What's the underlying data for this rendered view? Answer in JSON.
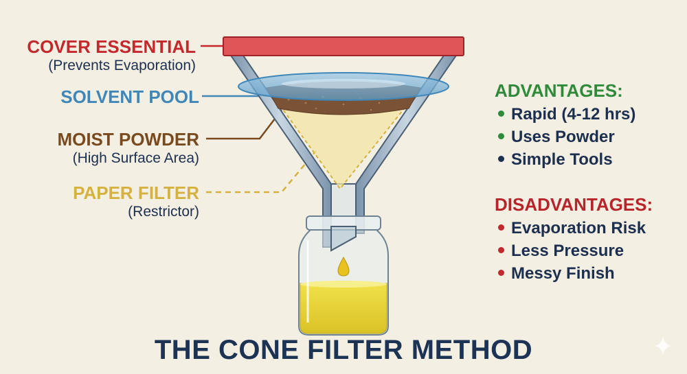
{
  "labels": {
    "cover": {
      "title": "COVER ESSENTIAL",
      "sub": "(Prevents Evaporation)"
    },
    "solvent": {
      "title": "SOLVENT POOL"
    },
    "powder": {
      "title": "MOIST POWDER",
      "sub": "(High Surface Area)"
    },
    "paper": {
      "title": "PAPER FILTER",
      "sub": "(Restrictor)"
    }
  },
  "advantages": {
    "heading": "ADVANTAGES:",
    "items": [
      "Rapid (4-12 hrs)",
      "Uses Powder",
      "Simple Tools"
    ]
  },
  "disadvantages": {
    "heading": "DISADVANTAGES:",
    "items": [
      "Evaporation Risk",
      "Less Pressure",
      "Messy Finish"
    ]
  },
  "title": "THE CONE FILTER METHOD",
  "colors": {
    "cover": "#e05656",
    "solvent": "#3f87b8",
    "powder": "#7a4a1f",
    "paper": "#d5b13f",
    "advantage": "#2e8b3a",
    "disadvantage": "#c4282d",
    "text": "#1d2f4f",
    "background": "#f4efe3"
  }
}
